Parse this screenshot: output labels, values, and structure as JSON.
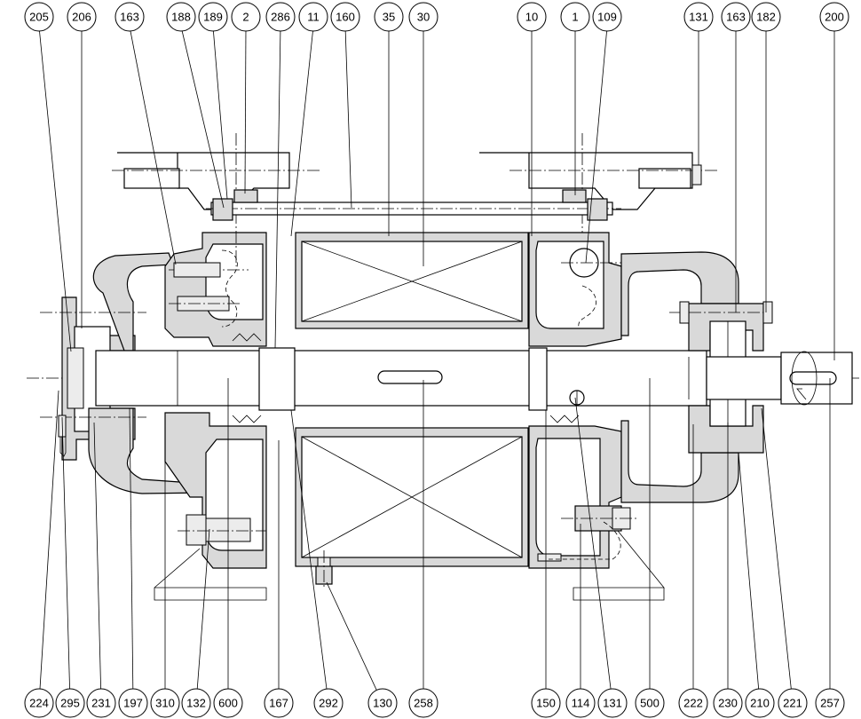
{
  "callouts_top": [
    "205",
    "206",
    "163",
    "188",
    "189",
    "2",
    "286",
    "11",
    "160",
    "35",
    "30",
    "10",
    "1",
    "109",
    "131",
    "163",
    "182",
    "200"
  ],
  "callouts_bottom": [
    "224",
    "295",
    "231",
    "197",
    "310",
    "132",
    "600",
    "167",
    "292",
    "130",
    "258",
    "150",
    "114",
    "131",
    "500",
    "222",
    "230",
    "210",
    "221",
    "257"
  ]
}
